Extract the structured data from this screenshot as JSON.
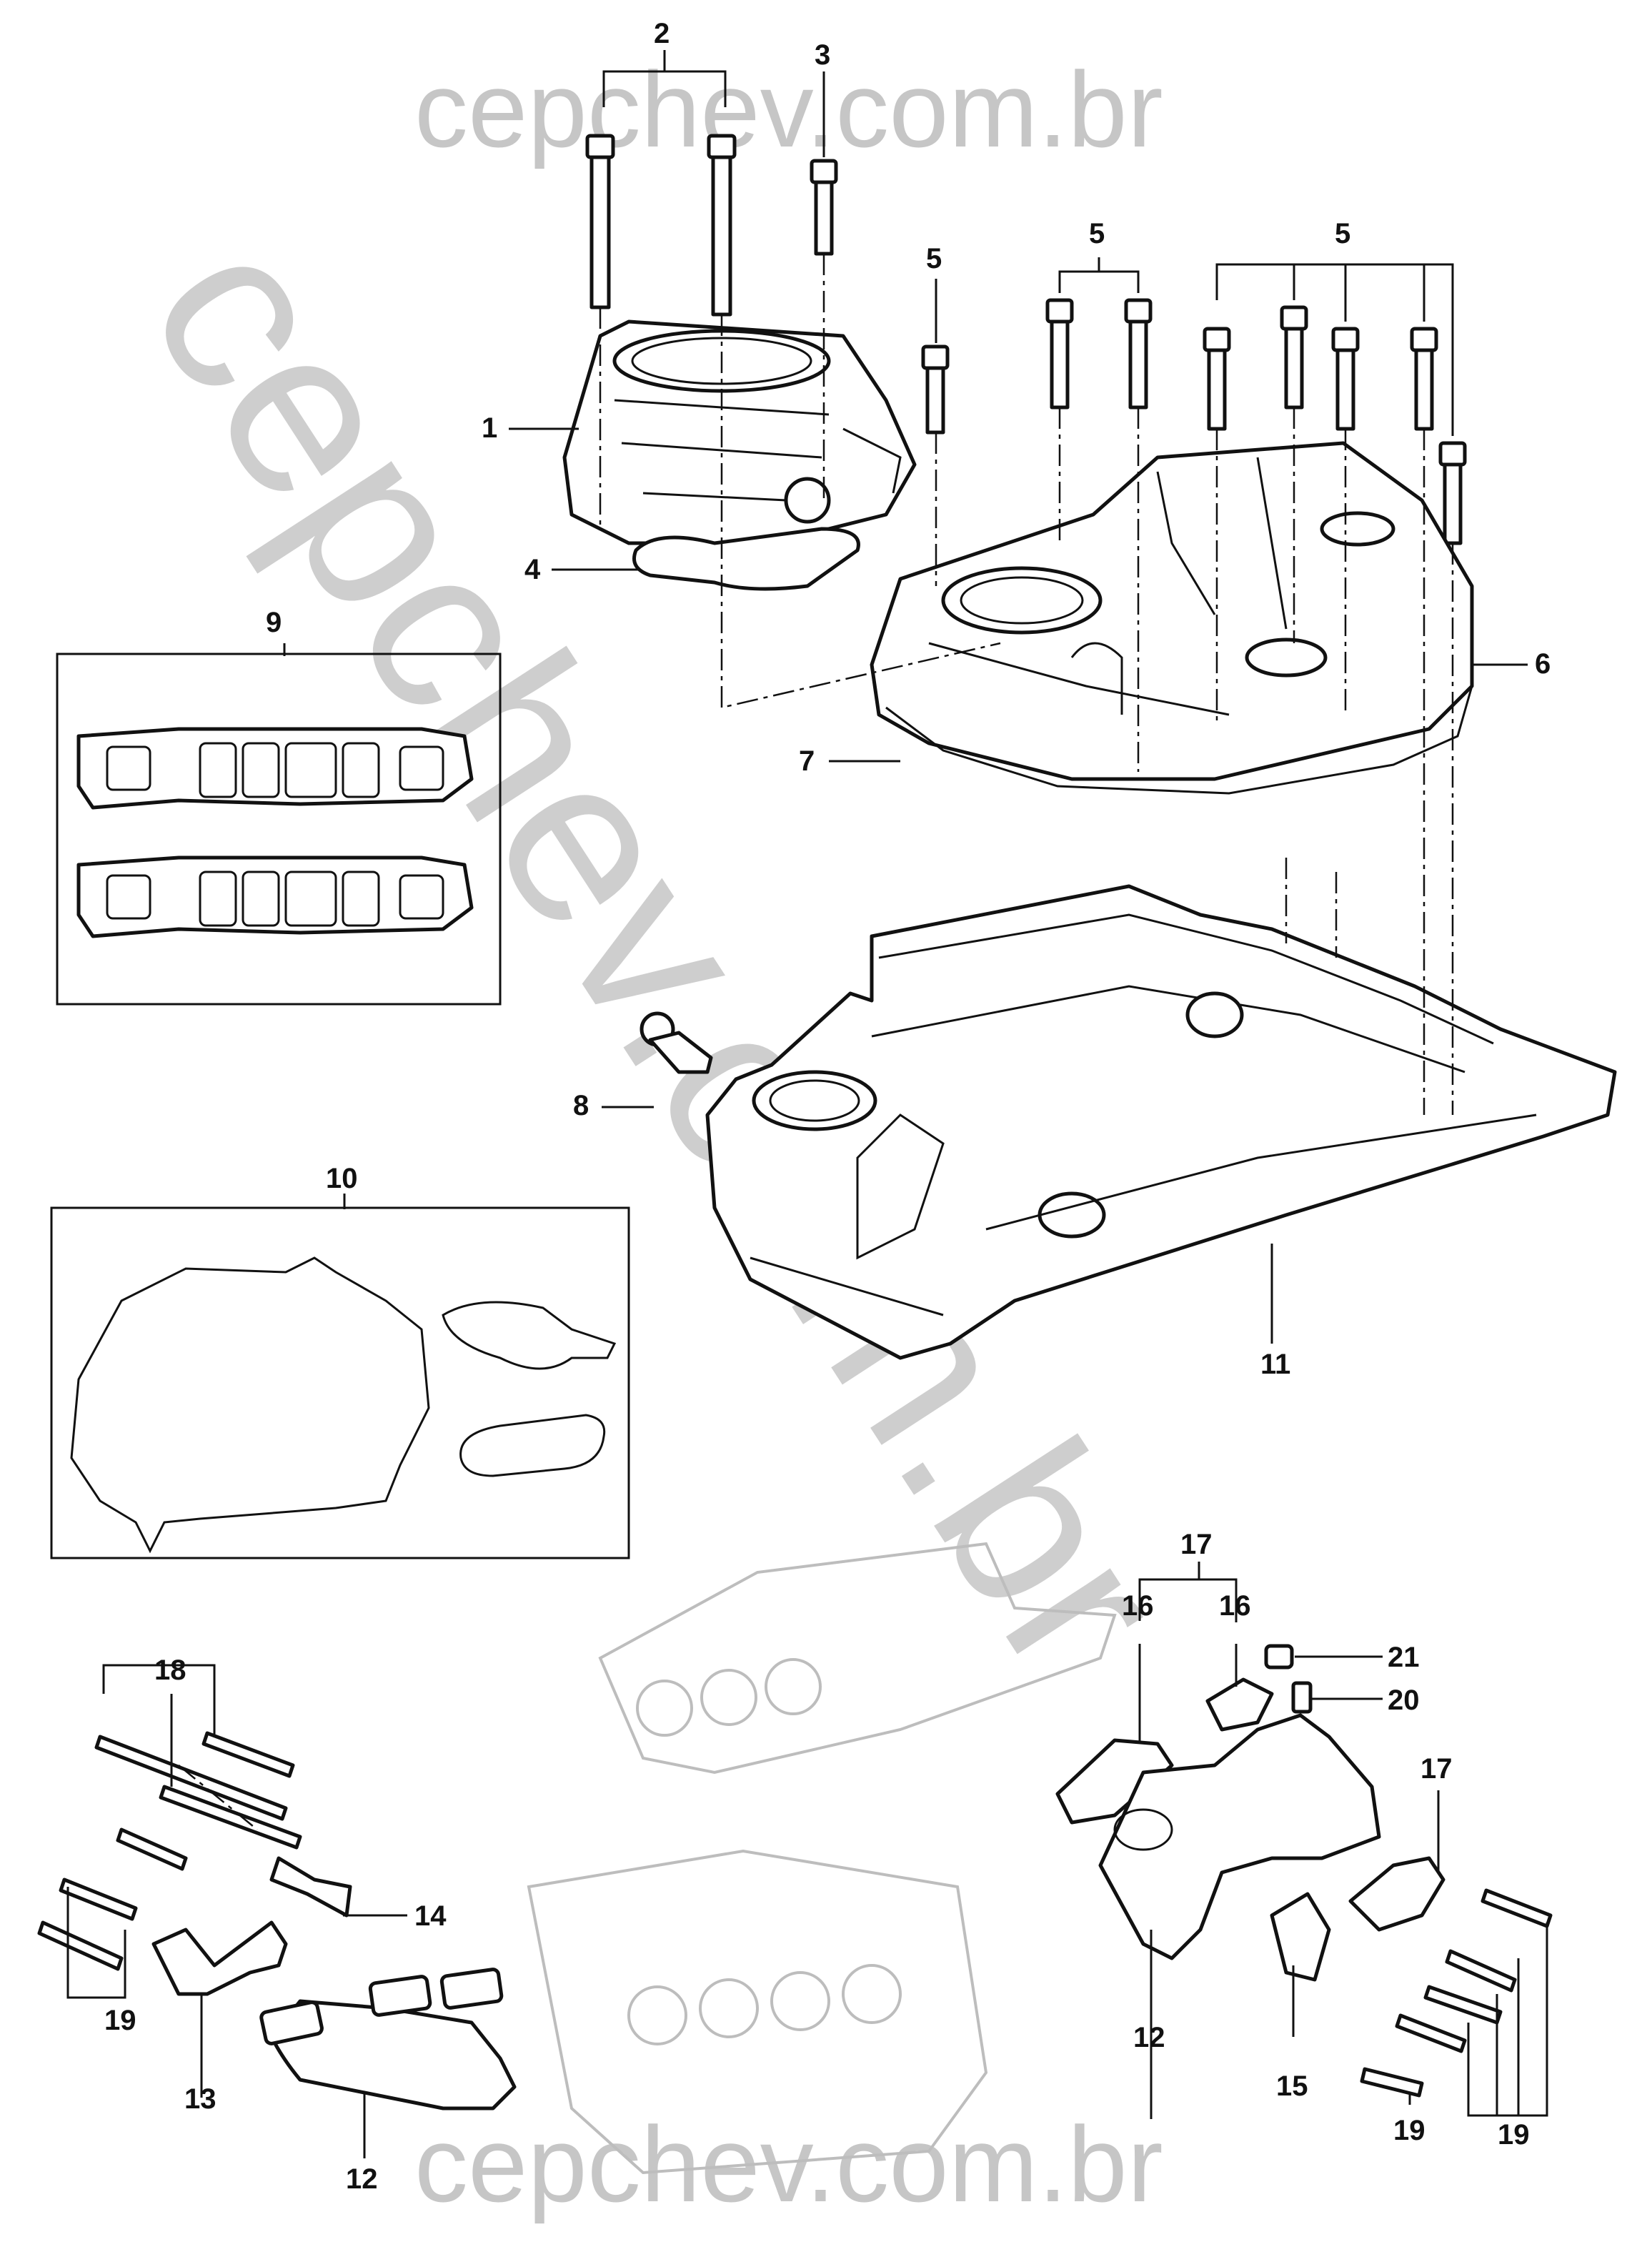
{
  "watermark": {
    "top": "cepchev.com.br",
    "bottom": "cepchev.com.br",
    "diagonal": "cepchev.com.br"
  },
  "callouts": [
    {
      "id": "c1",
      "text": "1"
    },
    {
      "id": "c2",
      "text": "2"
    },
    {
      "id": "c3",
      "text": "3"
    },
    {
      "id": "c4",
      "text": "4"
    },
    {
      "id": "c5a",
      "text": "5"
    },
    {
      "id": "c5b",
      "text": "5"
    },
    {
      "id": "c5c",
      "text": "5"
    },
    {
      "id": "c6",
      "text": "6"
    },
    {
      "id": "c7",
      "text": "7"
    },
    {
      "id": "c8",
      "text": "8"
    },
    {
      "id": "c9",
      "text": "9"
    },
    {
      "id": "c10",
      "text": "10"
    },
    {
      "id": "c11",
      "text": "11"
    },
    {
      "id": "c12a",
      "text": "12"
    },
    {
      "id": "c12b",
      "text": "12"
    },
    {
      "id": "c13",
      "text": "13"
    },
    {
      "id": "c14",
      "text": "14"
    },
    {
      "id": "c15",
      "text": "15"
    },
    {
      "id": "c16a",
      "text": "16"
    },
    {
      "id": "c16b",
      "text": "16"
    },
    {
      "id": "c17a",
      "text": "17"
    },
    {
      "id": "c17b",
      "text": "17"
    },
    {
      "id": "c18",
      "text": "18"
    },
    {
      "id": "c19a",
      "text": "19"
    },
    {
      "id": "c19b",
      "text": "19"
    },
    {
      "id": "c19c",
      "text": "19"
    },
    {
      "id": "c20",
      "text": "20"
    },
    {
      "id": "c21",
      "text": "21"
    }
  ]
}
